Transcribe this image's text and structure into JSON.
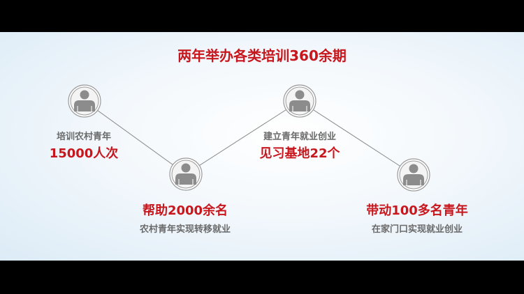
{
  "title": "两年举办各类培训360余期",
  "nodes": [
    {
      "label": "培训农村青年",
      "value": "15000人次"
    },
    {
      "label": "农村青年实现转移就业",
      "value": "帮助2000余名"
    },
    {
      "label": "建立青年就业创业",
      "value": "见习基地22个"
    },
    {
      "label": "在家门口实现就业创业",
      "value": "带动100多名青年"
    }
  ],
  "colors": {
    "accent": "#c8161d",
    "text_gray": "#6a6a6a",
    "icon_gray": "#8c8c8c"
  }
}
